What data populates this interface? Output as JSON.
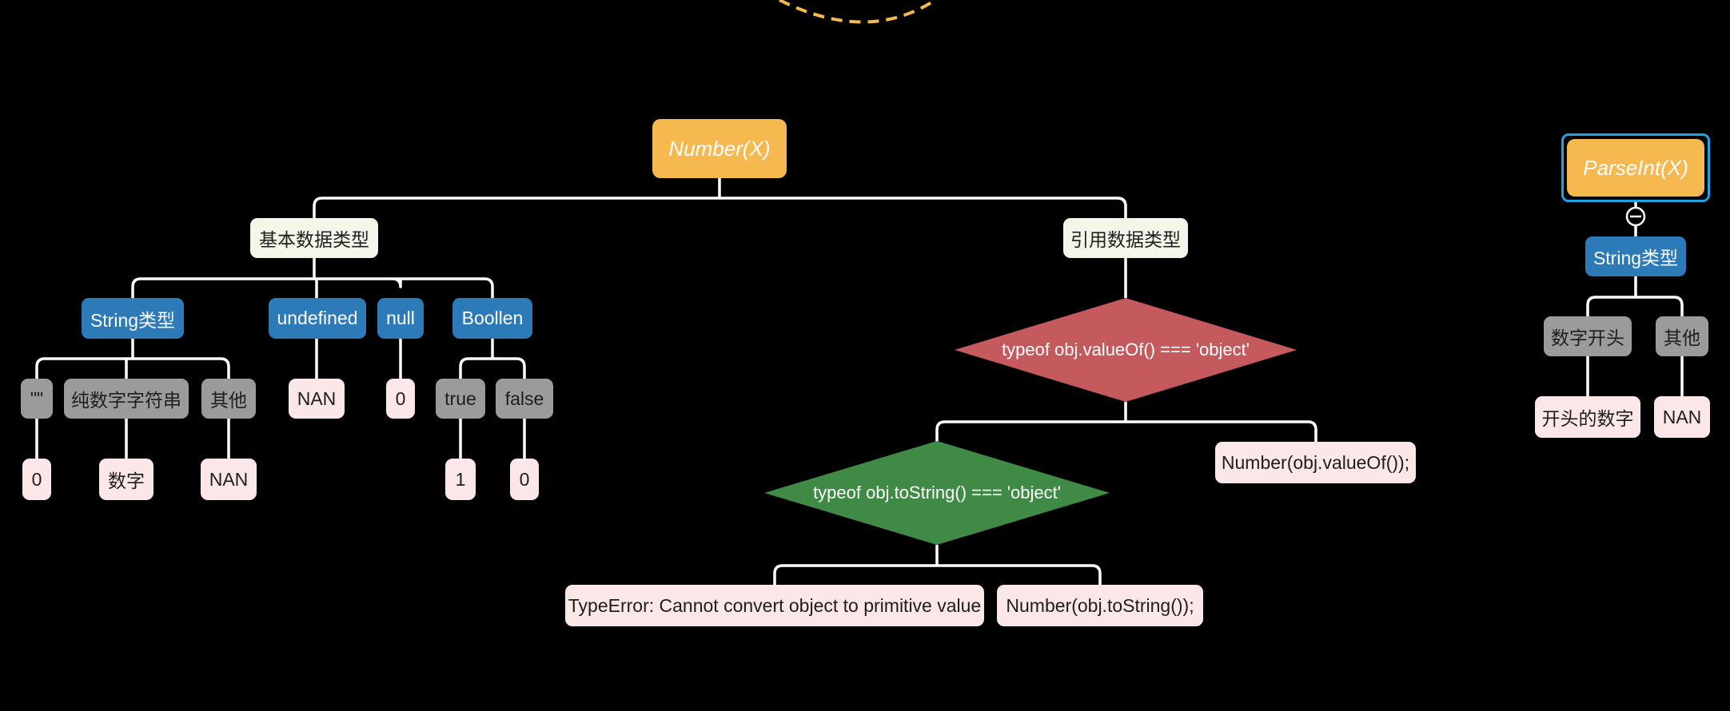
{
  "colors": {
    "root": "#f6b94f",
    "category": "#f2f7ea",
    "type": "#2d7ab8",
    "case": "#9b9b9b",
    "result": "#fbe6e8",
    "decision_red": "#c45a5e",
    "decision_green": "#3f8a45",
    "connector": "#ffffff",
    "selection": "#1ea3e6",
    "dashed_arc": "#f6b94f"
  },
  "number_tree": {
    "root": "Number(X)",
    "primitive": "基本数据类型",
    "reference": "引用数据类型",
    "string_type": "String类型",
    "undefined": "undefined",
    "null": "null",
    "boolean": "Boollen",
    "empty_string": "\"\"",
    "pure_numeric_string": "纯数字字符串",
    "other": "其他",
    "nan_undefined": "NAN",
    "zero_null": "0",
    "true": "true",
    "false": "false",
    "zero_empty": "0",
    "number": "数字",
    "nan_other": "NAN",
    "one": "1",
    "zero_false": "0",
    "decision_valueof": "typeof obj.valueOf() === 'object'",
    "decision_tostring": "typeof obj.toString() === 'object'",
    "number_valueof": "Number(obj.valueOf());",
    "type_error": "TypeError: Cannot convert object to primitive value",
    "number_tostring": "Number(obj.toString());"
  },
  "parseint_tree": {
    "root": "ParseInt(X)",
    "string_type": "String类型",
    "starts_with_digit": "数字开头",
    "other": "其他",
    "leading_number": "开头的数字",
    "nan": "NAN"
  }
}
